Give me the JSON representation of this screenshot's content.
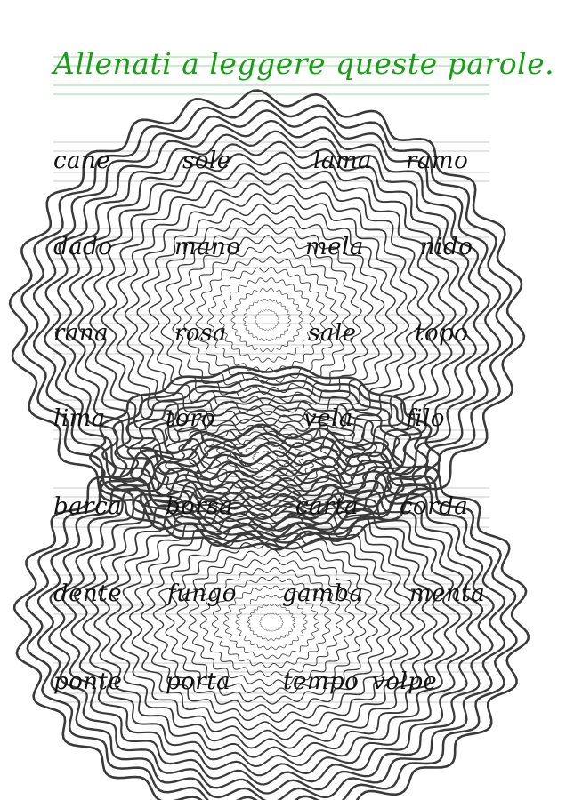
{
  "title": "Allenati a leggere queste parole.",
  "colors": {
    "title": "#1a9e1a",
    "words": "#111111",
    "pattern": "#3a3a3a",
    "ruling_title": "#7cc67c",
    "ruling_rows": "#b8b8b8"
  },
  "rows": [
    [
      "cane",
      "sole",
      "lama",
      "ramo"
    ],
    [
      "dado",
      "mano",
      "mela",
      "nido"
    ],
    [
      "rana",
      "rosa",
      "sale",
      "topo"
    ],
    [
      "lima",
      "toro",
      "vela",
      "filo"
    ],
    [
      "barca",
      "borsa",
      "carta",
      "corda"
    ],
    [
      "dente",
      "fungo",
      "gamba",
      "menta"
    ],
    [
      "ponte",
      "porta",
      "tempo",
      "volpe"
    ]
  ]
}
